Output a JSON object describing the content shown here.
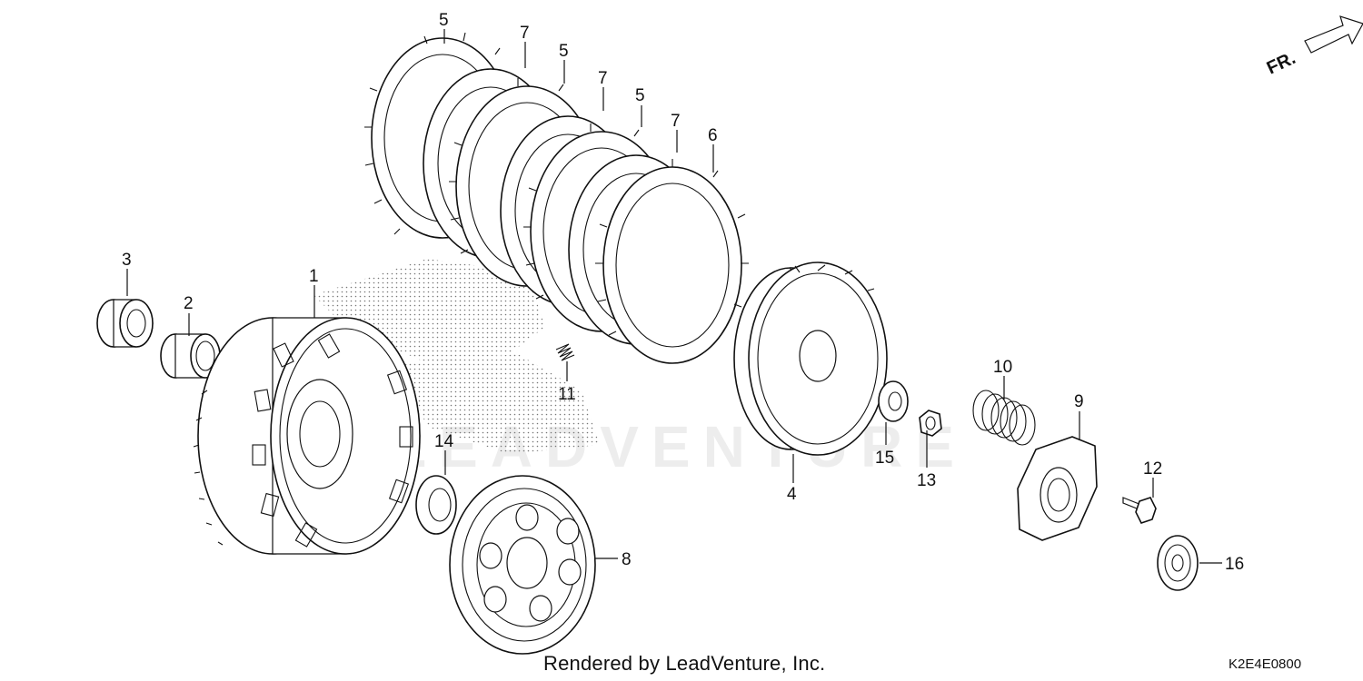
{
  "footer": {
    "credit": "Rendered by LeadVenture, Inc.",
    "diagram_code": "K2E4E0800"
  },
  "watermark": {
    "text": "LEADVENTURE"
  },
  "direction_indicator": {
    "label": "FR."
  },
  "callouts": {
    "c1": "1",
    "c2": "2",
    "c3": "3",
    "c4": "4",
    "c5a": "5",
    "c5b": "5",
    "c5c": "5",
    "c6": "6",
    "c7a": "7",
    "c7b": "7",
    "c7c": "7",
    "c8": "8",
    "c9": "9",
    "c10": "10",
    "c11": "11",
    "c12": "12",
    "c13": "13",
    "c14": "14",
    "c15": "15",
    "c16": "16"
  }
}
